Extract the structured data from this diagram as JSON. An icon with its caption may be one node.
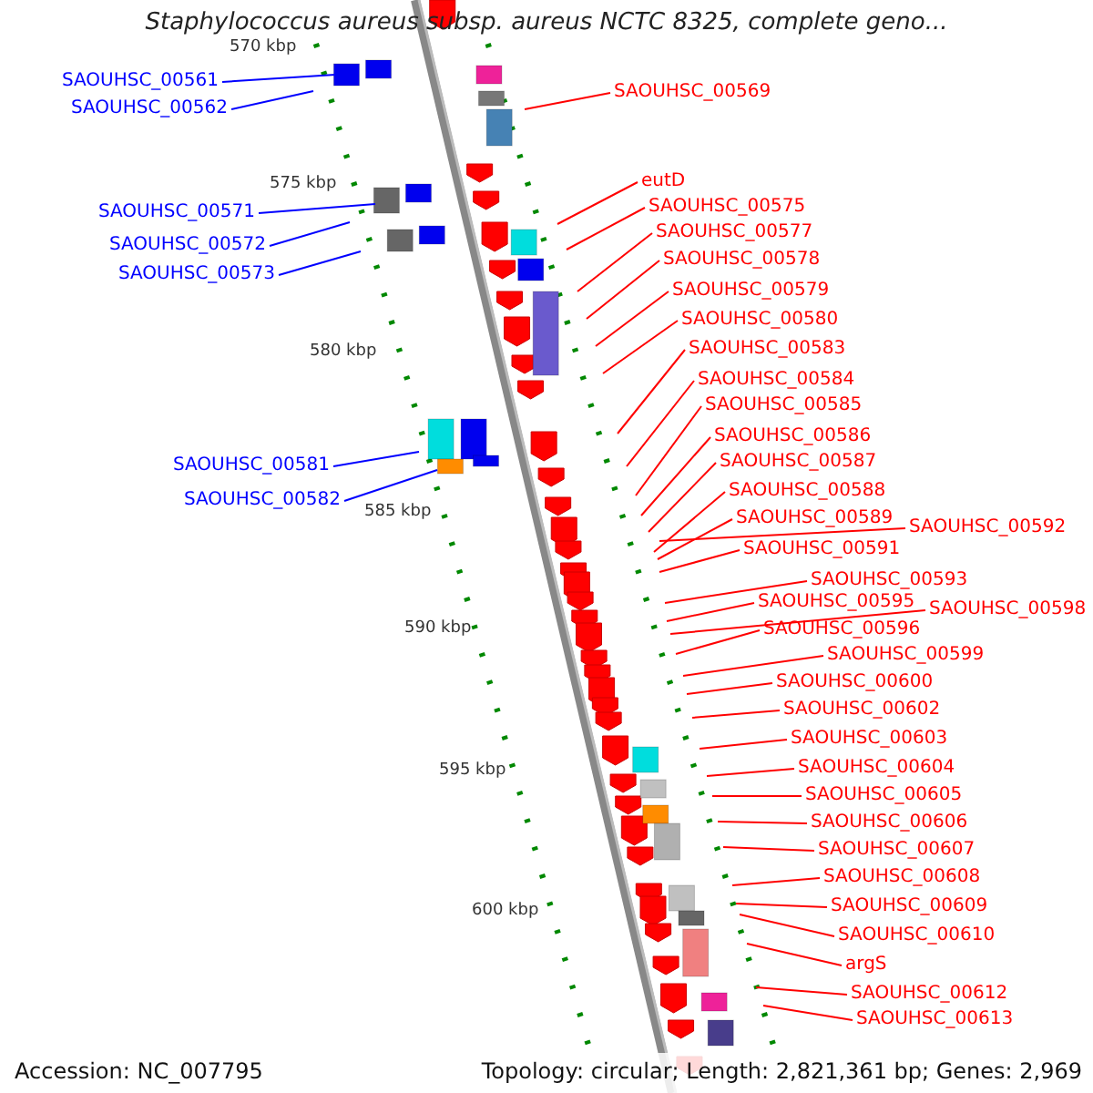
{
  "diagram": {
    "title": "Staphylococcus aureus subsp. aureus NCTC 8325, complete geno...",
    "nodes": [
      {
        "text": [
          "SAOUHSC_00561"
        ]
      },
      {
        "text": [
          "SAOUHSC_00562"
        ]
      },
      {
        "text": [
          "SAOUHSC_00571"
        ]
      },
      {
        "text": [
          "SAOUHSC_00572"
        ]
      },
      {
        "text": [
          "SAOUHSC_00573"
        ]
      },
      {
        "text": [
          "SAOUHSC_00581"
        ]
      },
      {
        "text": [
          "SAOUHSC_00582"
        ]
      },
      {
        "text": [
          "SAOUHSC_00569"
        ]
      },
      {
        "text": [
          "eutD"
        ]
      },
      {
        "text": [
          "SAOUHSC_00575"
        ]
      },
      {
        "text": [
          "SAOUHSC_00577"
        ]
      },
      {
        "text": [
          "SAOUHSC_00578"
        ]
      },
      {
        "text": [
          "SAOUHSC_00579"
        ]
      },
      {
        "text": [
          "SAOUHSC_00580"
        ]
      },
      {
        "text": [
          "SAOUHSC_00583"
        ]
      },
      {
        "text": [
          "SAOUHSC_00584"
        ]
      },
      {
        "text": [
          "SAOUHSC_00585"
        ]
      },
      {
        "text": [
          "SAOUHSC_00586"
        ]
      },
      {
        "text": [
          "SAOUHSC_00587"
        ]
      },
      {
        "text": [
          "SAOUHSC_00588"
        ]
      },
      {
        "text": [
          "SAOUHSC_00589"
        ]
      },
      {
        "text": [
          "SAOUHSC_00591"
        ]
      },
      {
        "text": [
          "SAOUHSC_00592"
        ]
      },
      {
        "text": [
          "SAOUHSC_00593"
        ]
      },
      {
        "text": [
          "SAOUHSC_00595"
        ]
      },
      {
        "text": [
          "SAOUHSC_00598"
        ]
      },
      {
        "text": [
          "SAOUHSC_00596"
        ]
      },
      {
        "text": [
          "SAOUHSC_00599"
        ]
      },
      {
        "text": [
          "SAOUHSC_00600"
        ]
      },
      {
        "text": [
          "SAOUHSC_00602"
        ]
      },
      {
        "text": [
          "SAOUHSC_00603"
        ]
      },
      {
        "text": [
          "SAOUHSC_00604"
        ]
      },
      {
        "text": [
          "SAOUHSC_00605"
        ]
      },
      {
        "text": [
          "SAOUHSC_00606"
        ]
      },
      {
        "text": [
          "SAOUHSC_00607"
        ]
      },
      {
        "text": [
          "SAOUHSC_00608"
        ]
      },
      {
        "text": [
          "SAOUHSC_00609"
        ]
      },
      {
        "text": [
          "SAOUHSC_00610"
        ]
      },
      {
        "text": [
          "argS"
        ]
      },
      {
        "text": [
          "SAOUHSC_00612"
        ]
      },
      {
        "text": [
          "SAOUHSC_00613"
        ]
      }
    ],
    "edges": [
      {
        "from": 0,
        "to": null,
        "arrow": "none",
        "color": "#0000ff"
      },
      {
        "from": 1,
        "to": null,
        "arrow": "none",
        "color": "#0000ff"
      },
      {
        "from": 2,
        "to": null,
        "arrow": "none",
        "color": "#0000ff"
      },
      {
        "from": 3,
        "to": null,
        "arrow": "none",
        "color": "#0000ff"
      },
      {
        "from": 4,
        "to": null,
        "arrow": "none",
        "color": "#0000ff"
      },
      {
        "from": 5,
        "to": null,
        "arrow": "none",
        "color": "#0000ff"
      },
      {
        "from": 6,
        "to": null,
        "arrow": "none",
        "color": "#0000ff"
      },
      {
        "from": 7,
        "to": null,
        "arrow": "none"
      },
      {
        "from": 8,
        "to": null,
        "arrow": "none"
      },
      {
        "from": 9,
        "to": null,
        "arrow": "none"
      },
      {
        "from": 10,
        "to": null,
        "arrow": "none"
      },
      {
        "from": 11,
        "to": null,
        "arrow": "none"
      },
      {
        "from": 12,
        "to": null,
        "arrow": "none"
      },
      {
        "from": 13,
        "to": null,
        "arrow": "none"
      },
      {
        "from": 14,
        "to": null,
        "arrow": "none"
      },
      {
        "from": 15,
        "to": null,
        "arrow": "none"
      },
      {
        "from": 16,
        "to": null,
        "arrow": "none"
      },
      {
        "from": 17,
        "to": null,
        "arrow": "none"
      },
      {
        "from": 18,
        "to": null,
        "arrow": "none"
      },
      {
        "from": 19,
        "to": null,
        "arrow": "none"
      },
      {
        "from": 20,
        "to": null,
        "arrow": "none"
      },
      {
        "from": 21,
        "to": null,
        "arrow": "none"
      },
      {
        "from": 22,
        "to": null,
        "arrow": "none"
      },
      {
        "from": 23,
        "to": null,
        "arrow": "none"
      },
      {
        "from": 24,
        "to": null,
        "arrow": "none"
      },
      {
        "from": 25,
        "to": null,
        "arrow": "none"
      },
      {
        "from": 26,
        "to": null,
        "arrow": "none"
      },
      {
        "from": 27,
        "to": null,
        "arrow": "none"
      },
      {
        "from": 28,
        "to": null,
        "arrow": "none"
      },
      {
        "from": 29,
        "to": null,
        "arrow": "none"
      },
      {
        "from": 30,
        "to": null,
        "arrow": "none"
      },
      {
        "from": 31,
        "to": null,
        "arrow": "none"
      },
      {
        "from": 32,
        "to": null,
        "arrow": "none"
      },
      {
        "from": 33,
        "to": null,
        "arrow": "none"
      },
      {
        "from": 34,
        "to": null,
        "arrow": "none"
      },
      {
        "from": 35,
        "to": null,
        "arrow": "none"
      },
      {
        "from": 36,
        "to": null,
        "arrow": "none"
      },
      {
        "from": 37,
        "to": null,
        "arrow": "none"
      },
      {
        "from": 38,
        "to": null,
        "arrow": "none"
      },
      {
        "from": 39,
        "to": null,
        "arrow": "none"
      },
      {
        "from": 40,
        "to": null,
        "arrow": "none"
      }
    ],
    "labels": [
      "570 kbp",
      "575 kbp",
      "580 kbp",
      "585 kbp",
      "590 kbp",
      "595 kbp",
      "600 kbp",
      "Accession: NC_007795",
      "Topology: circular; Length: 2,821,361 bp; Genes: 2,969"
    ]
  }
}
